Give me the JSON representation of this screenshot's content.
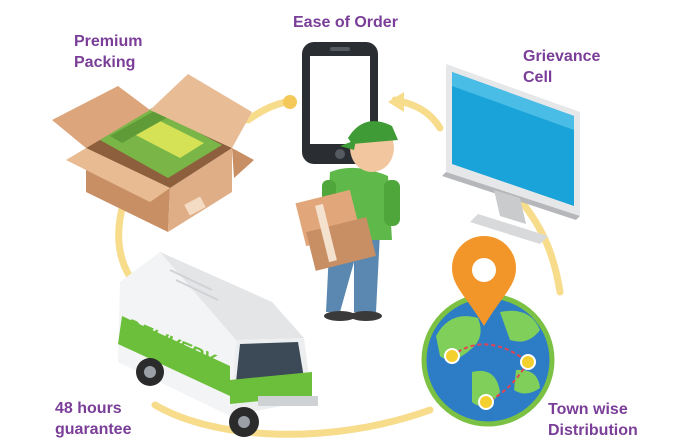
{
  "diagram": {
    "type": "delivery-process-cycle",
    "colors": {
      "label": "#7a3e98",
      "cycle_ring": "#f7dc8c",
      "cycle_dot": "#f4c95a",
      "box": "#d9a57c",
      "cash": "#79b547",
      "screen": "#1aa3d8",
      "van_stripe": "#6bbf3a",
      "pin": "#f2962a",
      "globe_ocean": "#2d7dc6",
      "shirt": "#5fb94a"
    }
  },
  "labels": {
    "ease_of_order": "Ease of Order",
    "premium_line1": "Premium",
    "premium_line2": "Packing",
    "grievance_line1": "Grievance",
    "grievance_line2": "Cell",
    "hours_line1": "48 hours",
    "hours_line2": "guarantee",
    "town_line1": "Town wise",
    "town_line2": "Distribution"
  },
  "van": {
    "text": "DELIVERY"
  }
}
